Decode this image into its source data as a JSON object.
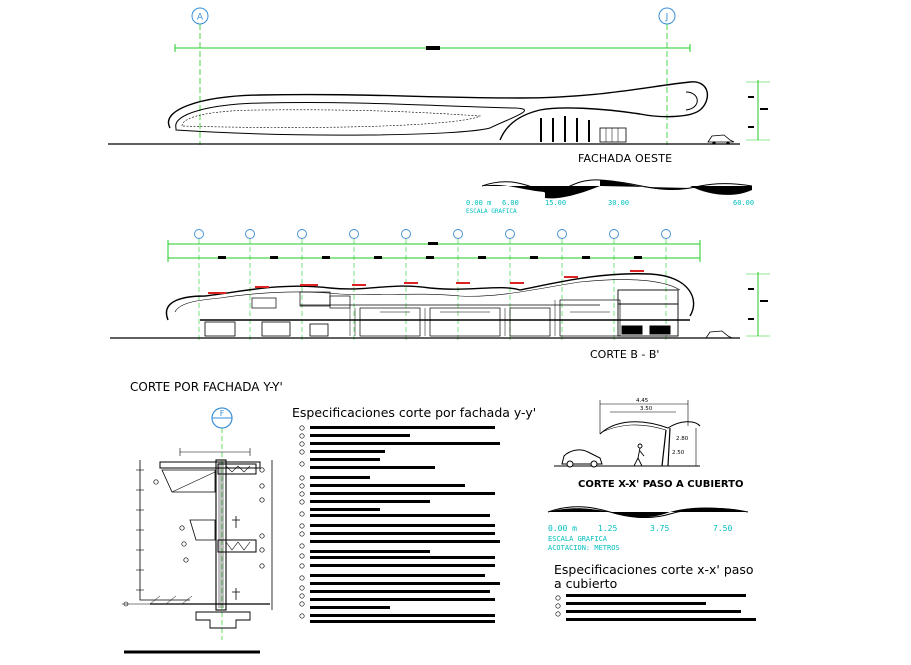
{
  "sheet": {
    "titles": {
      "fachada_oeste": "FACHADA OESTE",
      "corte_b": "CORTE B - B'",
      "corte_fachada": "CORTE POR FACHADA Y-Y'",
      "especificaciones_yy": "Especificaciones corte por fachada y-y'",
      "corte_xx": "CORTE X-X' PASO A CUBIERTO",
      "especificaciones_xx": "Especificaciones corte x-x' paso a cubierto"
    },
    "axis_bubbles": {
      "left": "A",
      "right": "J",
      "detail": "F"
    },
    "scale_top": {
      "ticks": [
        "0.00 m",
        "6.00",
        "15.00",
        "30.00",
        "60.00"
      ],
      "caption": "ESCALA GRAFICA"
    },
    "scale_bottom": {
      "ticks": [
        "0.00 m",
        "1.25",
        "3.75",
        "7.50"
      ],
      "caption": "ESCALA GRAFICA",
      "caption2": "ACOTACION: METROS"
    },
    "dimensions": {
      "canopy_width": "4.45",
      "canopy_inner": "3.50",
      "canopy_height": "2.80",
      "canopy_height2": "2.50"
    },
    "colors": {
      "ink": "#000000",
      "axis_green": "#22cc22",
      "bubble_blue": "#3a8fd8",
      "scale_cyan": "#00bfbf",
      "accent_red": "#dd2222",
      "dim_yellow": "#ccaa00"
    }
  }
}
